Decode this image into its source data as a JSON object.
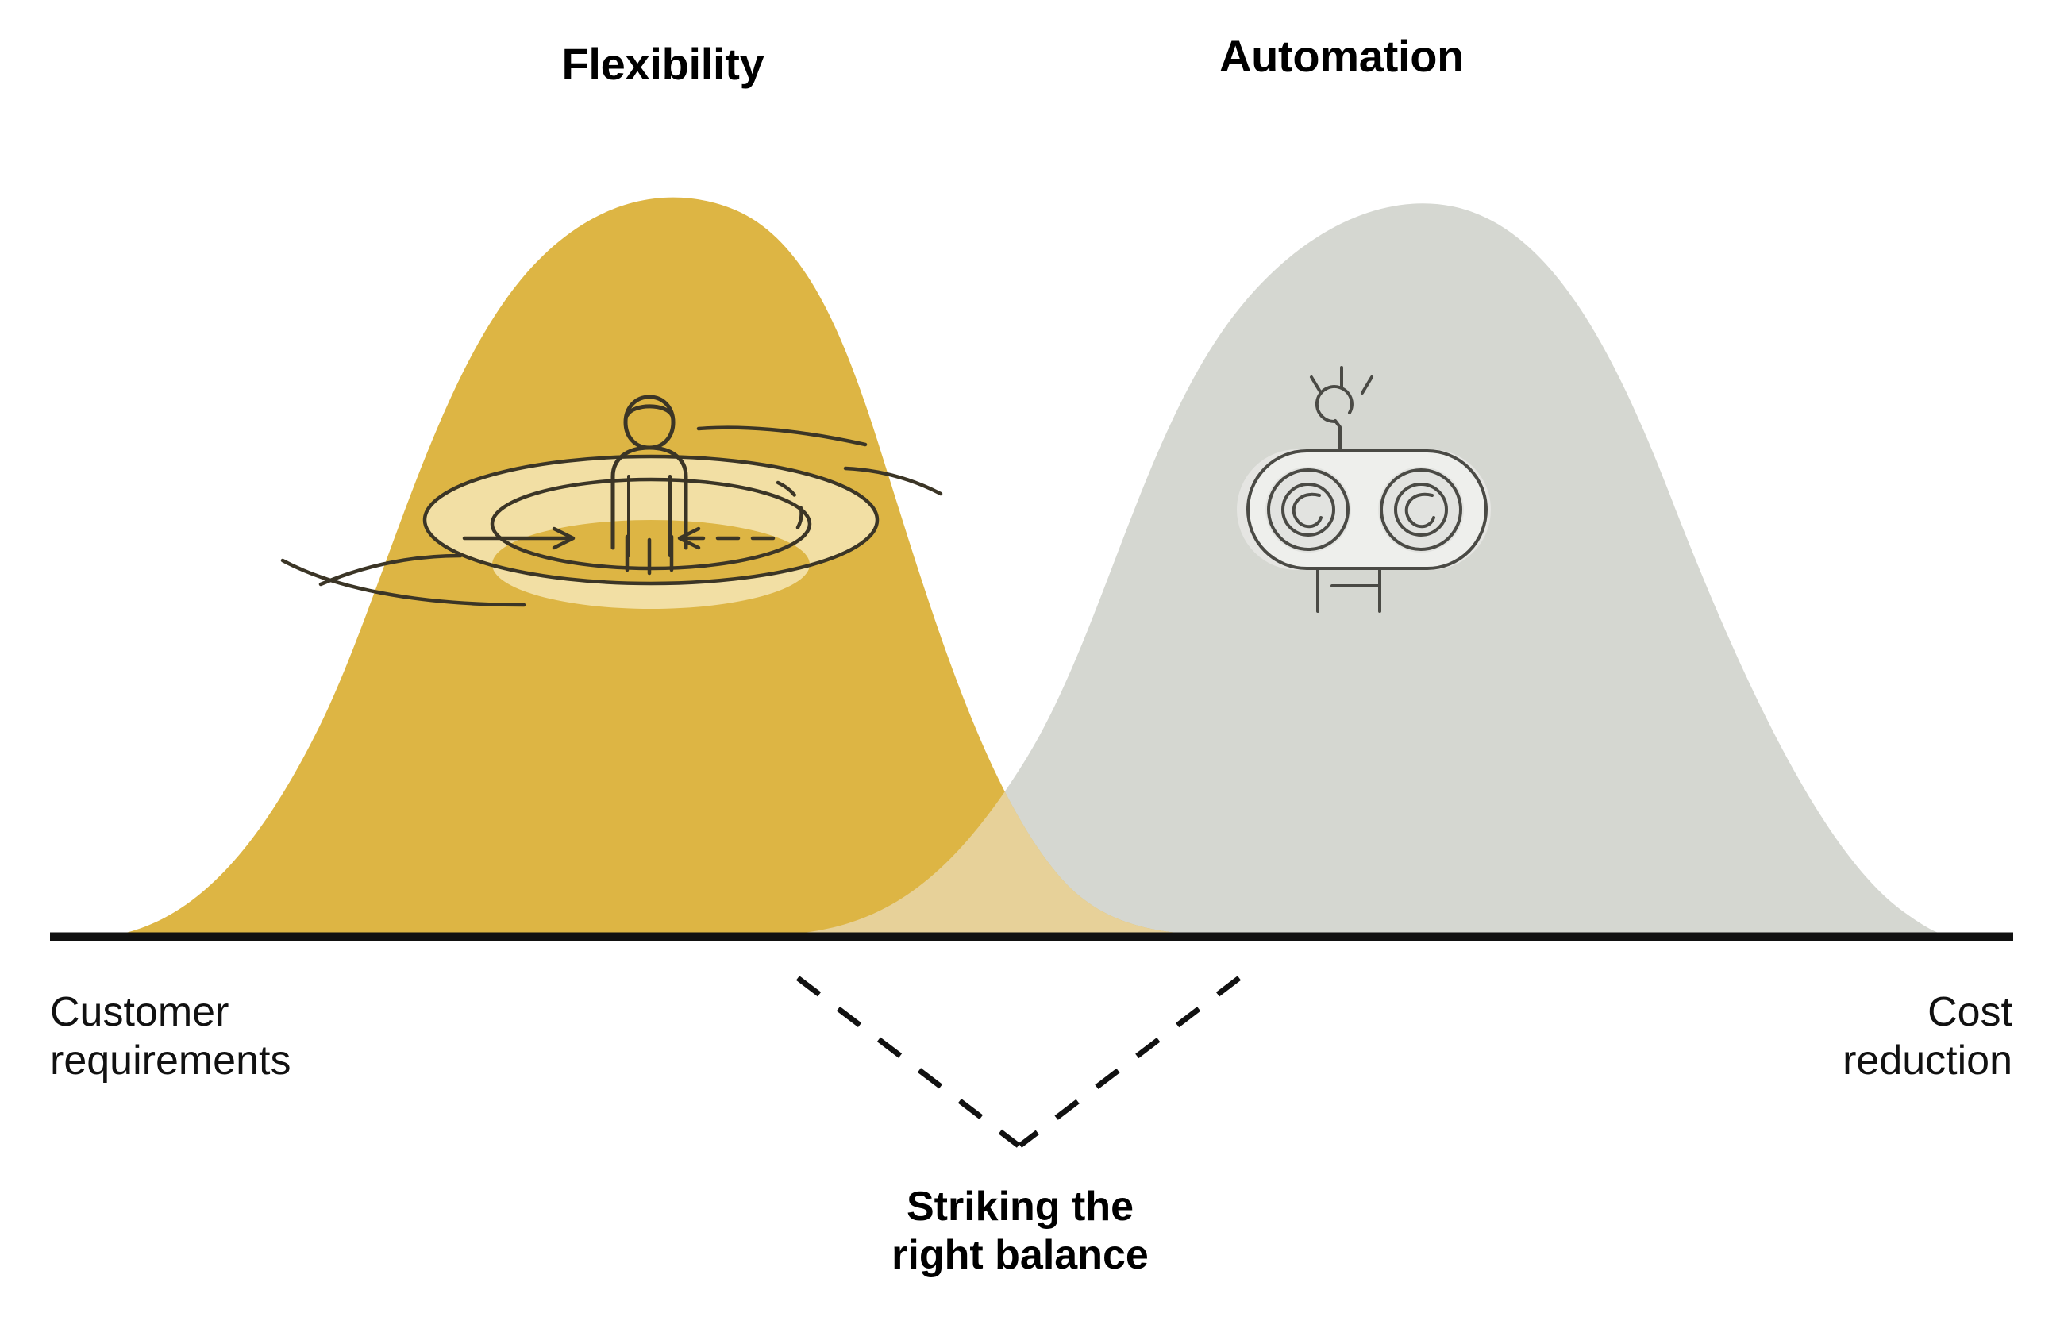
{
  "diagram": {
    "title_left": "Flexibility",
    "title_right": "Automation",
    "axis_left_line1": "Customer",
    "axis_left_line2": "requirements",
    "axis_right_line1": "Cost",
    "axis_right_line2": "reduction",
    "callout_line1": "Striking the",
    "callout_line2": "right balance",
    "icon_left": "person-in-circle-icon",
    "icon_right": "robot-head-icon",
    "colors": {
      "flexibility_fill": "#DDB544",
      "automation_fill": "#D5D7D1",
      "overlap_fill": "#E7D199",
      "baseline": "#111111",
      "leader_line": "#111111",
      "icon_stroke": "#3B3526",
      "icon_accent": "#F2DFA4",
      "robot_stroke": "#4A4A45",
      "robot_fill": "#EEEFEC",
      "text": "#000000"
    }
  },
  "chart_data": {
    "type": "area",
    "title": "",
    "xlabel": "",
    "ylabel": "",
    "xlim": [
      0,
      100
    ],
    "ylim": [
      0,
      100
    ],
    "grid": false,
    "legend": "none",
    "x_axis_endpoints": [
      "Customer requirements",
      "Cost reduction"
    ],
    "annotations": [
      "Flexibility",
      "Automation",
      "Striking the right balance"
    ],
    "series": [
      {
        "name": "Flexibility",
        "color": "#DDB544",
        "peak_x": 31,
        "peak_y": 100,
        "start_x": 3,
        "end_x": 53,
        "x": [
          3,
          8,
          14,
          20,
          26,
          31,
          36,
          41,
          46,
          50,
          53
        ],
        "values": [
          0,
          22,
          52,
          78,
          95,
          100,
          94,
          76,
          48,
          18,
          0
        ]
      },
      {
        "name": "Automation",
        "color": "#D5D7D1",
        "peak_x": 66,
        "peak_y": 100,
        "start_x": 37,
        "end_x": 97,
        "x": [
          37,
          43,
          49,
          55,
          61,
          66,
          72,
          78,
          84,
          90,
          97
        ],
        "values": [
          0,
          16,
          42,
          70,
          91,
          100,
          96,
          82,
          60,
          32,
          0
        ]
      }
    ],
    "overlap_region": {
      "label": "Striking the right balance",
      "x_range": [
        37,
        53
      ],
      "color": "#E7D199"
    }
  }
}
